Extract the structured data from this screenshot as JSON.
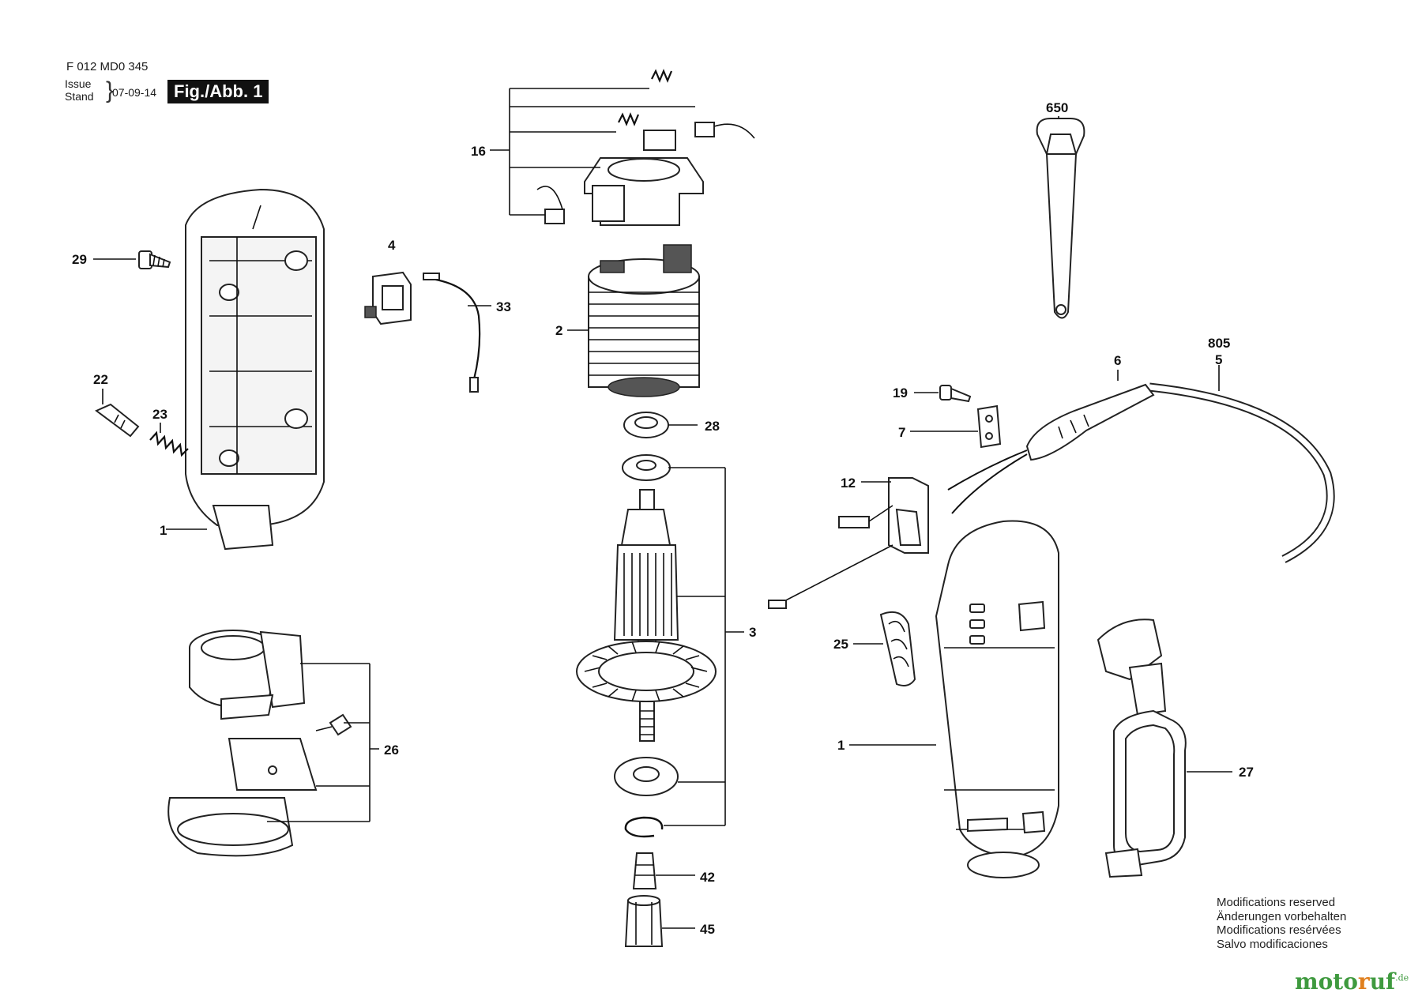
{
  "header": {
    "drawing_code": "F 012 MD0 345",
    "issue_label": "Issue",
    "stand_label": "Stand",
    "date": "07-09-14",
    "figure_label": "Fig./Abb. 1"
  },
  "callouts": {
    "c650": "650",
    "c16": "16",
    "c29": "29",
    "c4": "4",
    "c33": "33",
    "c2": "2",
    "c22": "22",
    "c23": "23",
    "c1_housing": "1",
    "c28": "28",
    "c19": "19",
    "c7": "7",
    "c6": "6",
    "c805": "805",
    "c5": "5",
    "c12": "12",
    "c3": "3",
    "c25": "25",
    "c26": "26",
    "c1_tool": "1",
    "c27": "27",
    "c42": "42",
    "c45": "45"
  },
  "footer": {
    "modifications": [
      "Modifications reserved",
      "Änderungen vorbehalten",
      "Modifications resérvées",
      "Salvo modificaciones"
    ]
  },
  "watermark": {
    "part_a": "moto",
    "part_b": "r",
    "part_c": "uf",
    "suffix": ".de"
  }
}
